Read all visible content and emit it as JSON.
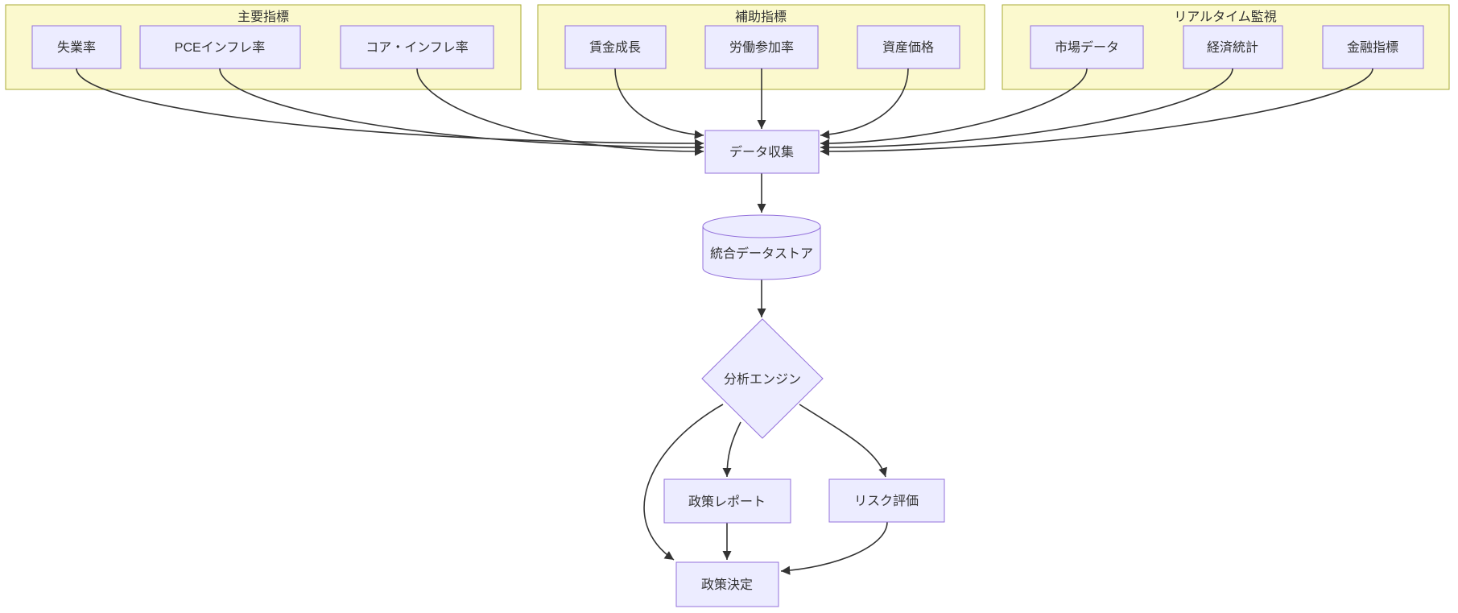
{
  "diagram": {
    "type": "flowchart",
    "direction": "top-down",
    "clusters": [
      {
        "title": "主要指標",
        "nodes": [
          {
            "id": "unemployment-rate",
            "label": "失業率"
          },
          {
            "id": "pce-inflation",
            "label": "PCEインフレ率"
          },
          {
            "id": "core-inflation",
            "label": "コア・インフレ率"
          }
        ]
      },
      {
        "title": "補助指標",
        "nodes": [
          {
            "id": "wage-growth",
            "label": "賃金成長"
          },
          {
            "id": "labor-participation",
            "label": "労働参加率"
          },
          {
            "id": "asset-prices",
            "label": "資産価格"
          }
        ]
      },
      {
        "title": "リアルタイム監視",
        "nodes": [
          {
            "id": "market-data",
            "label": "市場データ"
          },
          {
            "id": "economic-statistics",
            "label": "経済統計"
          },
          {
            "id": "financial-indicators",
            "label": "金融指標"
          }
        ]
      }
    ],
    "process": {
      "collect": {
        "label": "データ収集",
        "shape": "rect"
      },
      "store": {
        "label": "統合データストア",
        "shape": "cylinder"
      },
      "engine": {
        "label": "分析エンジン",
        "shape": "diamond"
      },
      "report": {
        "label": "政策レポート",
        "shape": "rect"
      },
      "risk": {
        "label": "リスク評価",
        "shape": "rect"
      },
      "decision": {
        "label": "政策決定",
        "shape": "rect"
      }
    },
    "edges": [
      {
        "from": "失業率",
        "to": "データ収集"
      },
      {
        "from": "PCEインフレ率",
        "to": "データ収集"
      },
      {
        "from": "コア・インフレ率",
        "to": "データ収集"
      },
      {
        "from": "賃金成長",
        "to": "データ収集"
      },
      {
        "from": "労働参加率",
        "to": "データ収集"
      },
      {
        "from": "資産価格",
        "to": "データ収集"
      },
      {
        "from": "市場データ",
        "to": "データ収集"
      },
      {
        "from": "経済統計",
        "to": "データ収集"
      },
      {
        "from": "金融指標",
        "to": "データ収集"
      },
      {
        "from": "データ収集",
        "to": "統合データストア"
      },
      {
        "from": "統合データストア",
        "to": "分析エンジン"
      },
      {
        "from": "分析エンジン",
        "to": "政策レポート"
      },
      {
        "from": "分析エンジン",
        "to": "リスク評価"
      },
      {
        "from": "分析エンジン",
        "to": "政策決定"
      },
      {
        "from": "政策レポート",
        "to": "政策決定"
      },
      {
        "from": "リスク評価",
        "to": "政策決定"
      }
    ],
    "colors": {
      "cluster_fill": "#fbf9ce",
      "cluster_border": "#aaaa33",
      "node_fill": "#ececff",
      "node_border": "#9370db",
      "edge": "#333333",
      "text": "#333333",
      "background": "#ffffff"
    }
  }
}
